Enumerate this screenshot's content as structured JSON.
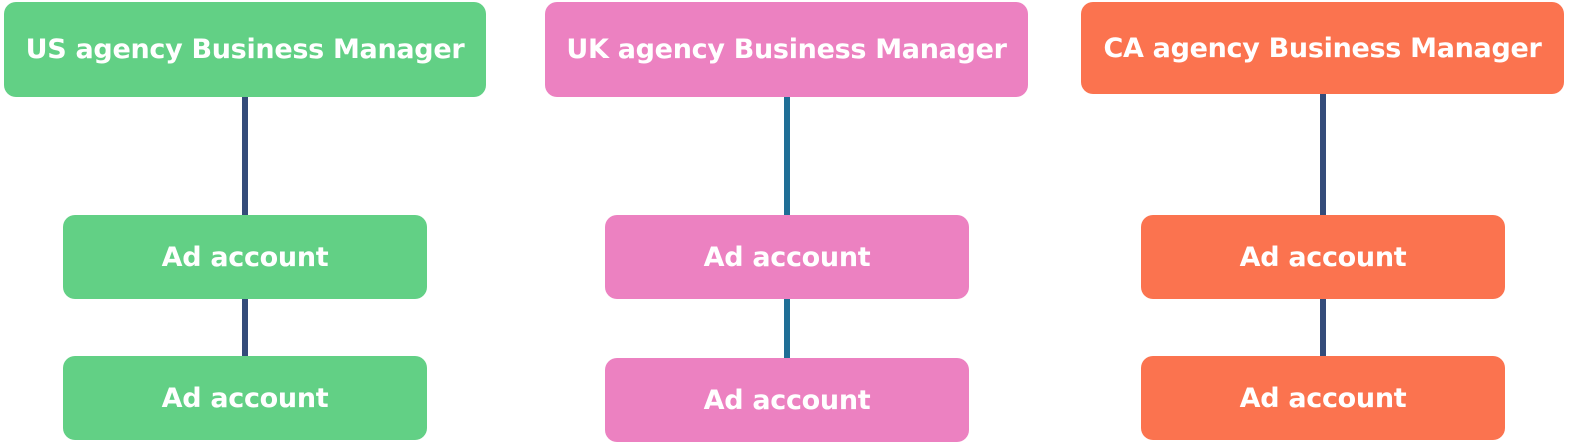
{
  "groups": [
    {
      "manager_label": "US agency Business Manager",
      "accounts": [
        "Ad account",
        "Ad account"
      ],
      "color": "#62D085",
      "line_color": "#344C7A"
    },
    {
      "manager_label": "UK agency Business Manager",
      "accounts": [
        "Ad account",
        "Ad account"
      ],
      "color": "#EC81C1",
      "line_color": "#1F6E96"
    },
    {
      "manager_label": "CA agency Business Manager",
      "accounts": [
        "Ad account",
        "Ad account"
      ],
      "color": "#FB734F",
      "line_color": "#344C7A"
    }
  ]
}
